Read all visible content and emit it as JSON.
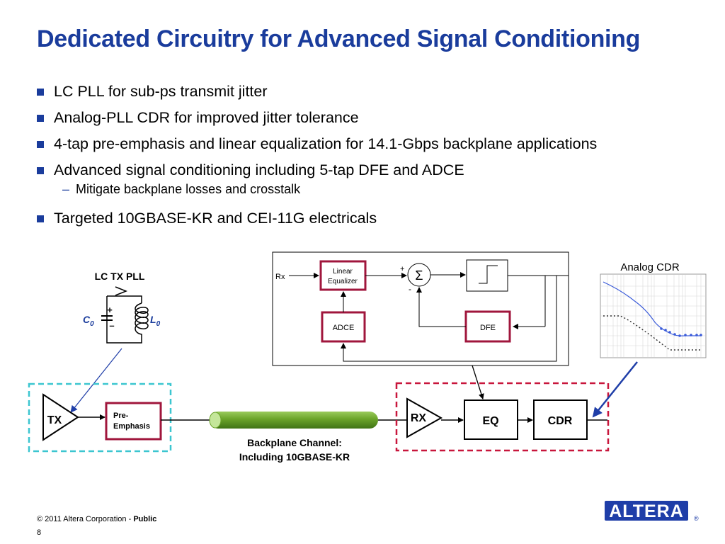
{
  "slide": {
    "title": "Dedicated Circuitry for Advanced Signal Conditioning",
    "bullets": [
      "LC PLL for sub-ps transmit jitter",
      "Analog-PLL CDR for improved jitter tolerance",
      "4-tap pre-emphasis and linear equalization for 14.1-Gbps backplane applications",
      "Advanced signal conditioning including 5-tap DFE and ADCE",
      "Targeted 10GBASE-KR and CEI-11G electricals"
    ],
    "sub_bullet": "Mitigate backplane losses and crosstalk"
  },
  "diagram": {
    "lc_pll": {
      "title": "LC TX PLL",
      "c": "C",
      "c_sub": "0",
      "l": "L",
      "l_sub": "0",
      "plus": "+",
      "minus": "–"
    },
    "tx": {
      "tx_label": "TX",
      "pre1": "Pre-",
      "pre2": "Emphasis"
    },
    "channel": {
      "line1": "Backplane Channel:",
      "line2": "Including 10GBASE-KR"
    },
    "rx": {
      "rx_label": "RX",
      "eq": "EQ",
      "cdr": "CDR"
    },
    "rx_detail": {
      "rx": "Rx",
      "lin1": "Linear",
      "lin2": "Equalizer",
      "adce": "ADCE",
      "dfe": "DFE",
      "sigma": "Σ",
      "plus": "+",
      "minus": "-"
    },
    "cdr_plot": {
      "title": "Analog CDR"
    },
    "colors": {
      "title_blue": "#1a3c9c",
      "tx_dash": "#3cc6d0",
      "rx_dash": "#c8163c",
      "block_red": "#a0163c",
      "channel_green": "#6aa329",
      "arrow_blue": "#1f3ea8"
    }
  },
  "footer": {
    "copyright": "© 2011 Altera Corporation - ",
    "public": "Public",
    "page": "8",
    "logo": "ALTERA",
    "registered": "®"
  }
}
